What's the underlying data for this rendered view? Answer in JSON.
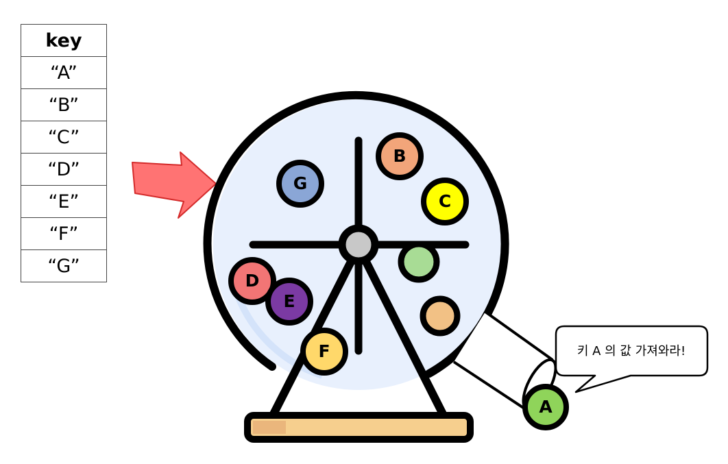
{
  "key_table": {
    "header": "key",
    "rows": [
      "“A”",
      "“B”",
      "“C”",
      "“D”",
      "“E”",
      "“F”",
      "“G”"
    ]
  },
  "speech_bubble": {
    "text": "키 A 의 값 가져와라!"
  },
  "output_ball": {
    "label": "A",
    "color": "#8fd45a"
  },
  "balls": [
    {
      "label": "B",
      "color": "#f2a57a"
    },
    {
      "label": "C",
      "color": "#ffff00"
    },
    {
      "label": "G",
      "color": "#8aa6d6"
    },
    {
      "label": "D",
      "color": "#f27575"
    },
    {
      "label": "E",
      "color": "#7b3aa3"
    },
    {
      "label": "F",
      "color": "#ffd86a"
    },
    {
      "label": "",
      "color": "#a8dc95"
    },
    {
      "label": "",
      "color": "#f2c185"
    }
  ],
  "colors": {
    "drum_fill": "#e8f0fd",
    "arrow_fill": "#ff7373",
    "base_fill": "#f6cf8e",
    "hub_fill": "#c8c8c8",
    "outline": "#000000"
  }
}
